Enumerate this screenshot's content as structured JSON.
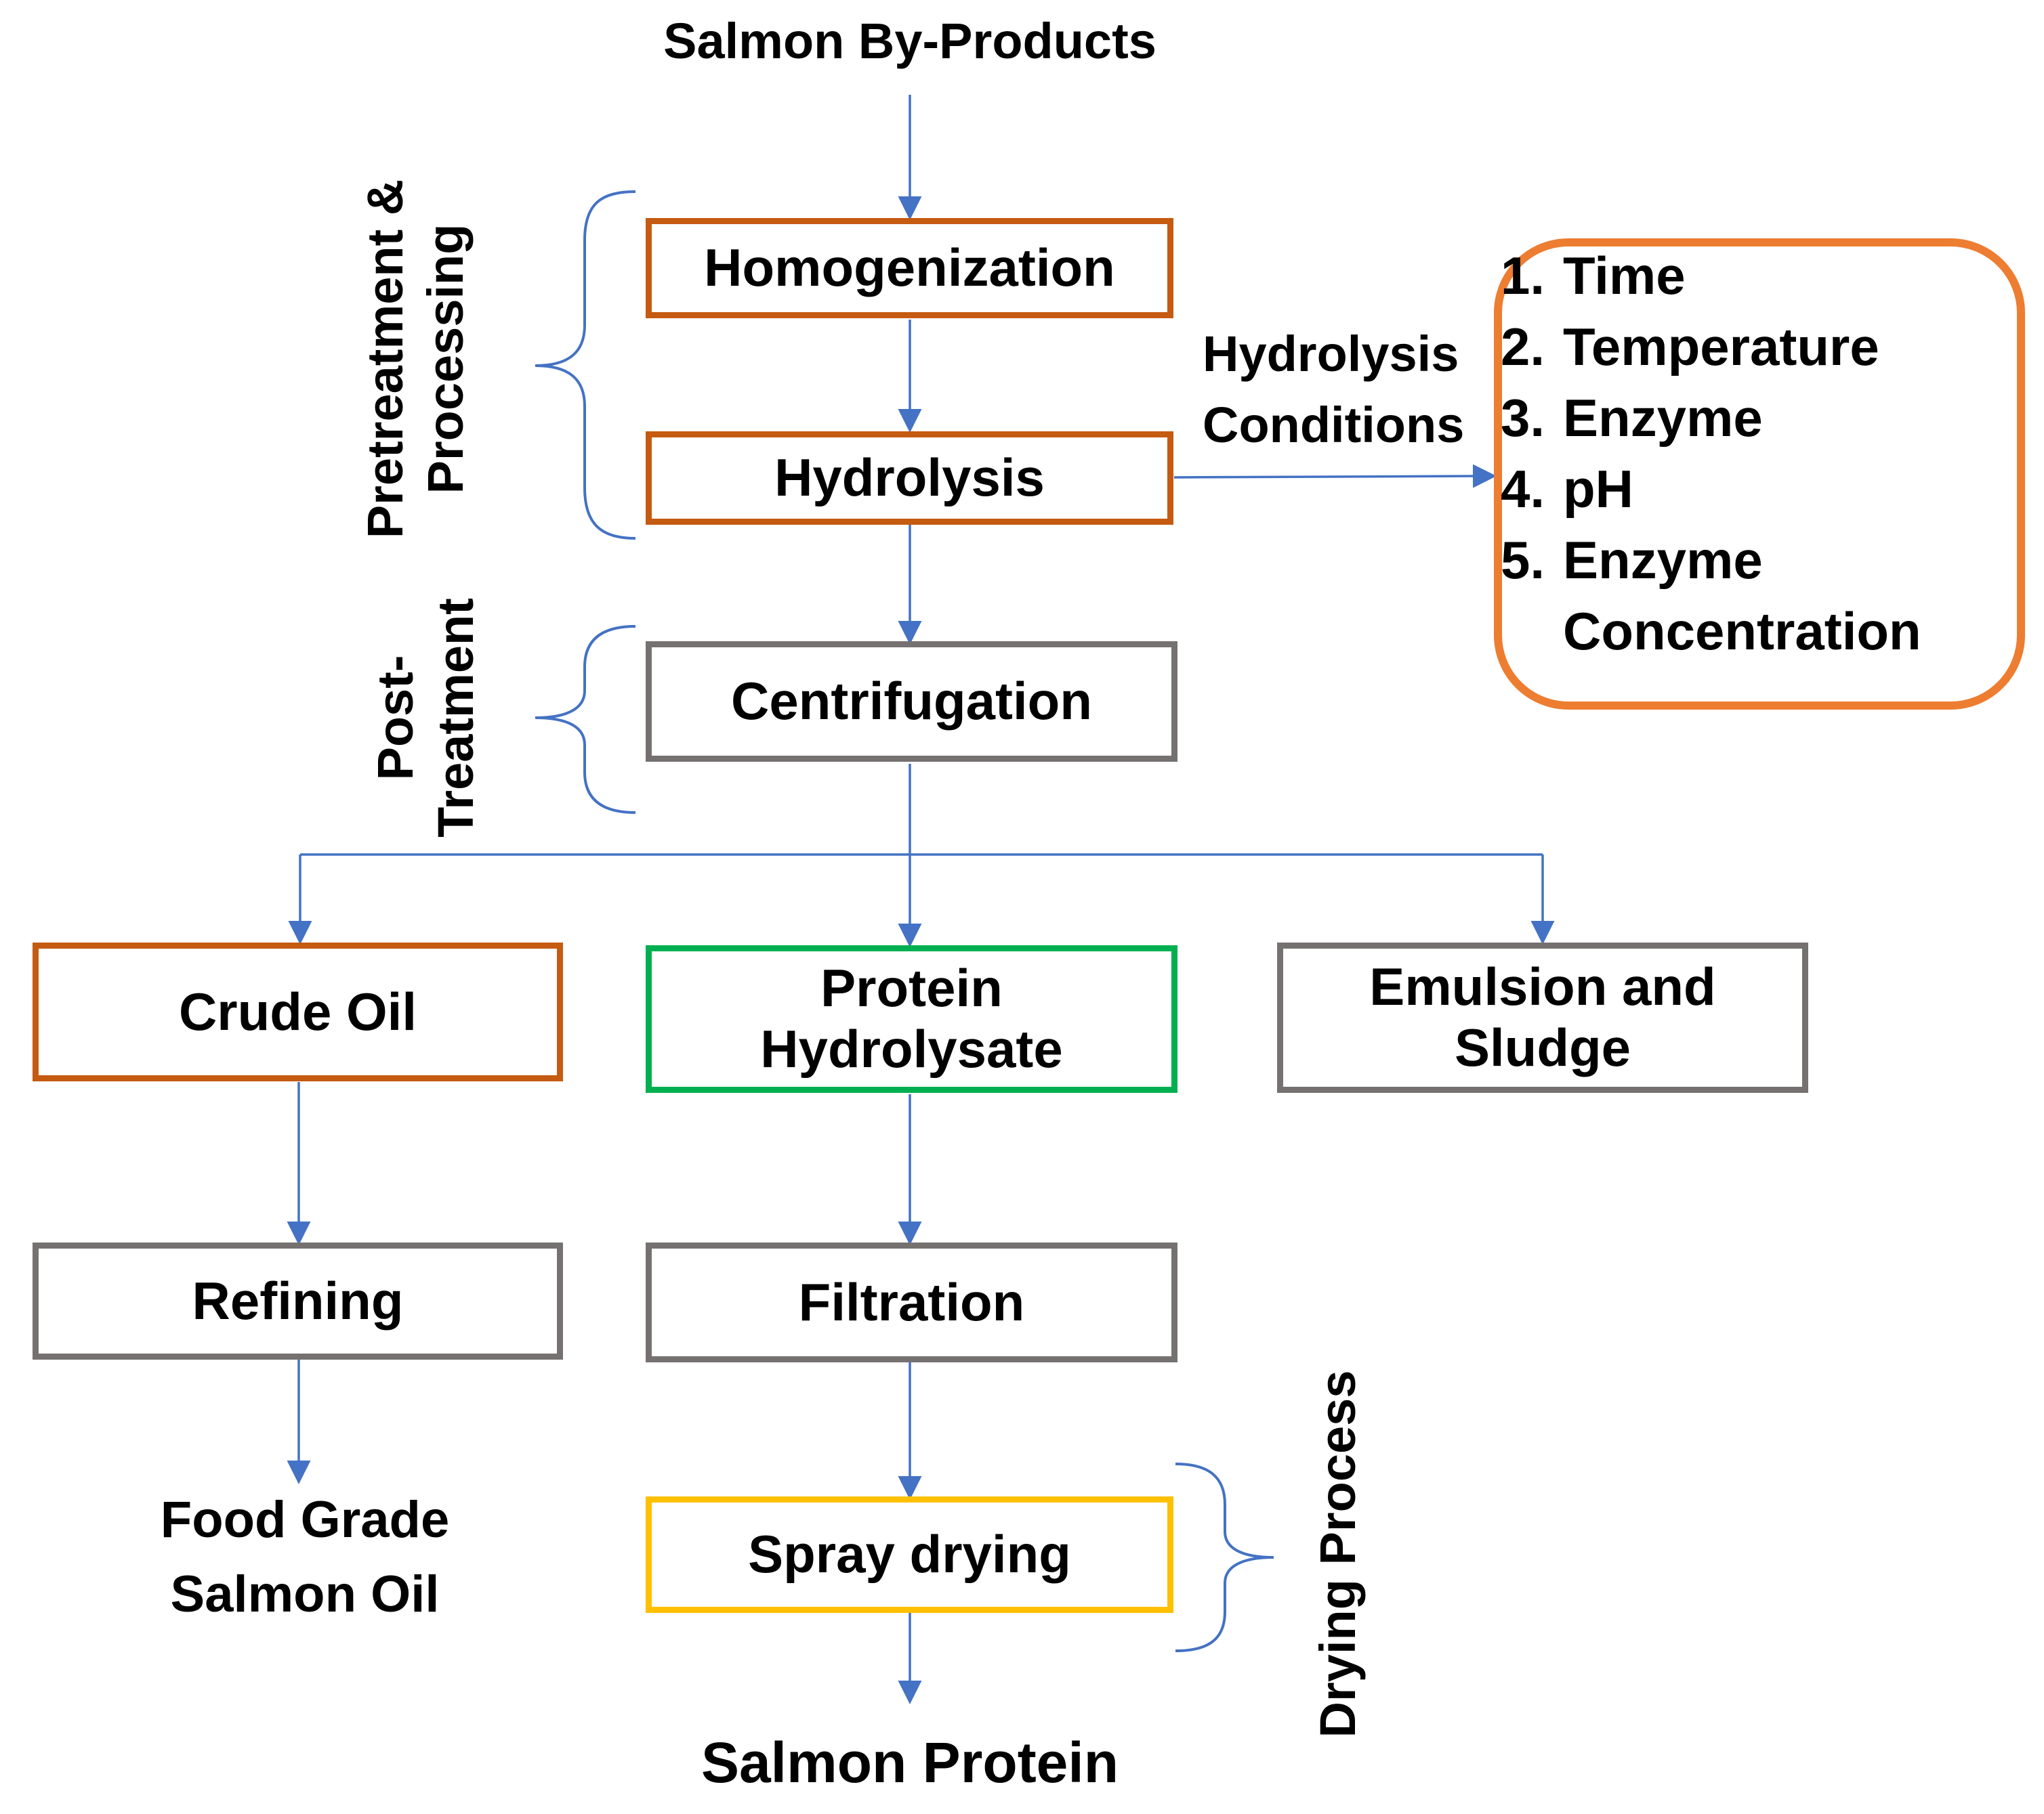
{
  "title": "Salmon By-Products",
  "output": "Salmon Protein",
  "colors": {
    "arrow": "#4472C4",
    "brace": "#4472C4",
    "orange_box": "#C55A11",
    "gray_box": "#767171",
    "green_box": "#00B050",
    "yellow_box": "#FFC000",
    "conditions_box": "#ED7D31"
  },
  "nodes": {
    "homogenization": "Homogenization",
    "hydrolysis": "Hydrolysis",
    "centrifugation": "Centrifugation",
    "crude_oil": "Crude Oil",
    "protein_hydrolysate_line1": "Protein",
    "protein_hydrolysate_line2": "Hydrolysate",
    "emulsion_line1": "Emulsion and",
    "emulsion_line2": "Sludge",
    "refining": "Refining",
    "filtration": "Filtration",
    "spray_drying": "Spray drying",
    "food_grade_line1": "Food Grade",
    "food_grade_line2": "Salmon Oil"
  },
  "hydrolysis_conditions": {
    "label_line1": "Hydrolysis",
    "label_line2": "Conditions",
    "items": [
      {
        "num": "1.",
        "text": "Time"
      },
      {
        "num": "2.",
        "text": "Temperature"
      },
      {
        "num": "3.",
        "text": "Enzyme"
      },
      {
        "num": "4.",
        "text": "pH"
      },
      {
        "num": "5.",
        "text": "Enzyme"
      },
      {
        "num": "",
        "text": "Concentration"
      }
    ]
  },
  "stages": {
    "pretreatment_line1": "Pretreatment &",
    "pretreatment_line2": "Processing",
    "post_line1": "Post-",
    "post_line2": "Treatment",
    "drying": "Drying Process"
  }
}
